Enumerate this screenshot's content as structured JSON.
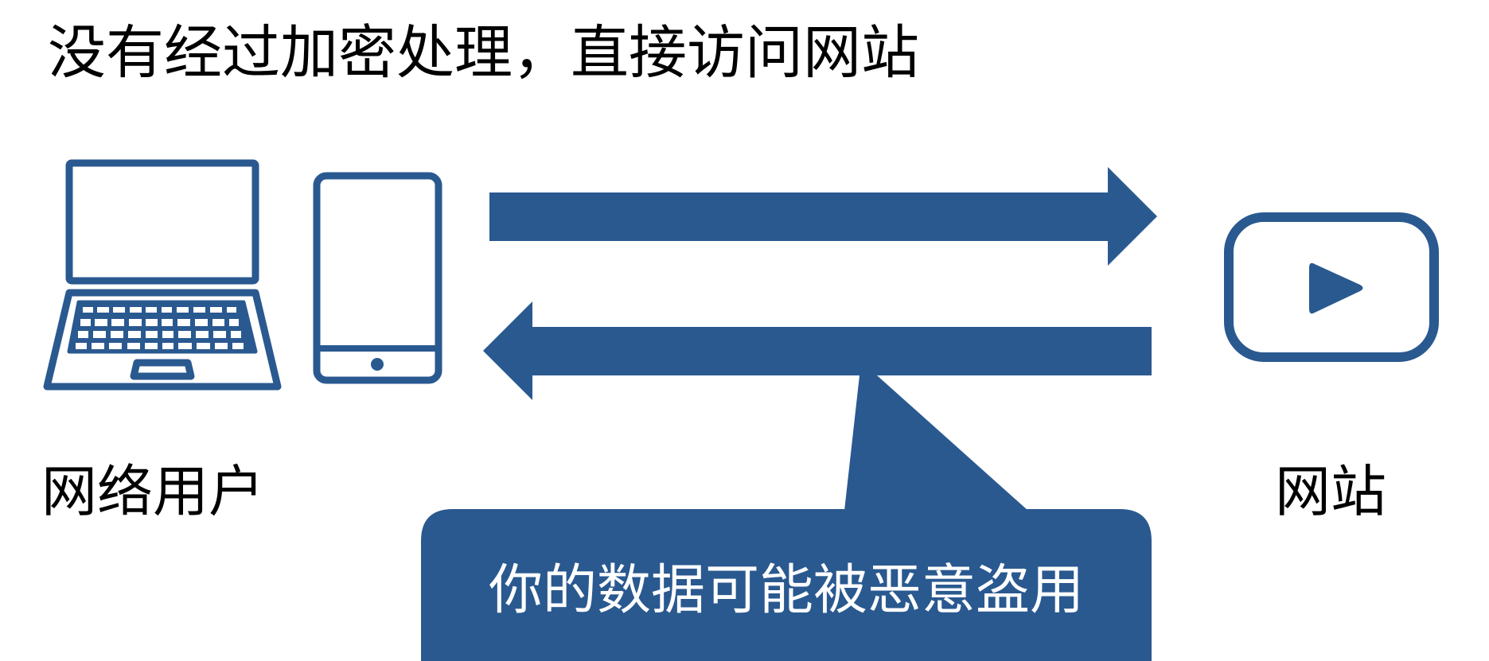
{
  "title": "没有经过加密处理，直接访问网站",
  "labels": {
    "user": "网络用户",
    "website": "网站"
  },
  "callout": {
    "text": "你的数据可能被恶意盗用"
  },
  "icons": {
    "laptop": "laptop-icon",
    "phone": "smartphone-icon",
    "website": "video-play-icon",
    "request_arrow": "arrow-right",
    "response_arrow": "arrow-left"
  },
  "colors": {
    "accent": "#2a5990",
    "text": "#000000",
    "callout_text": "#ffffff",
    "background": "#ffffff"
  }
}
